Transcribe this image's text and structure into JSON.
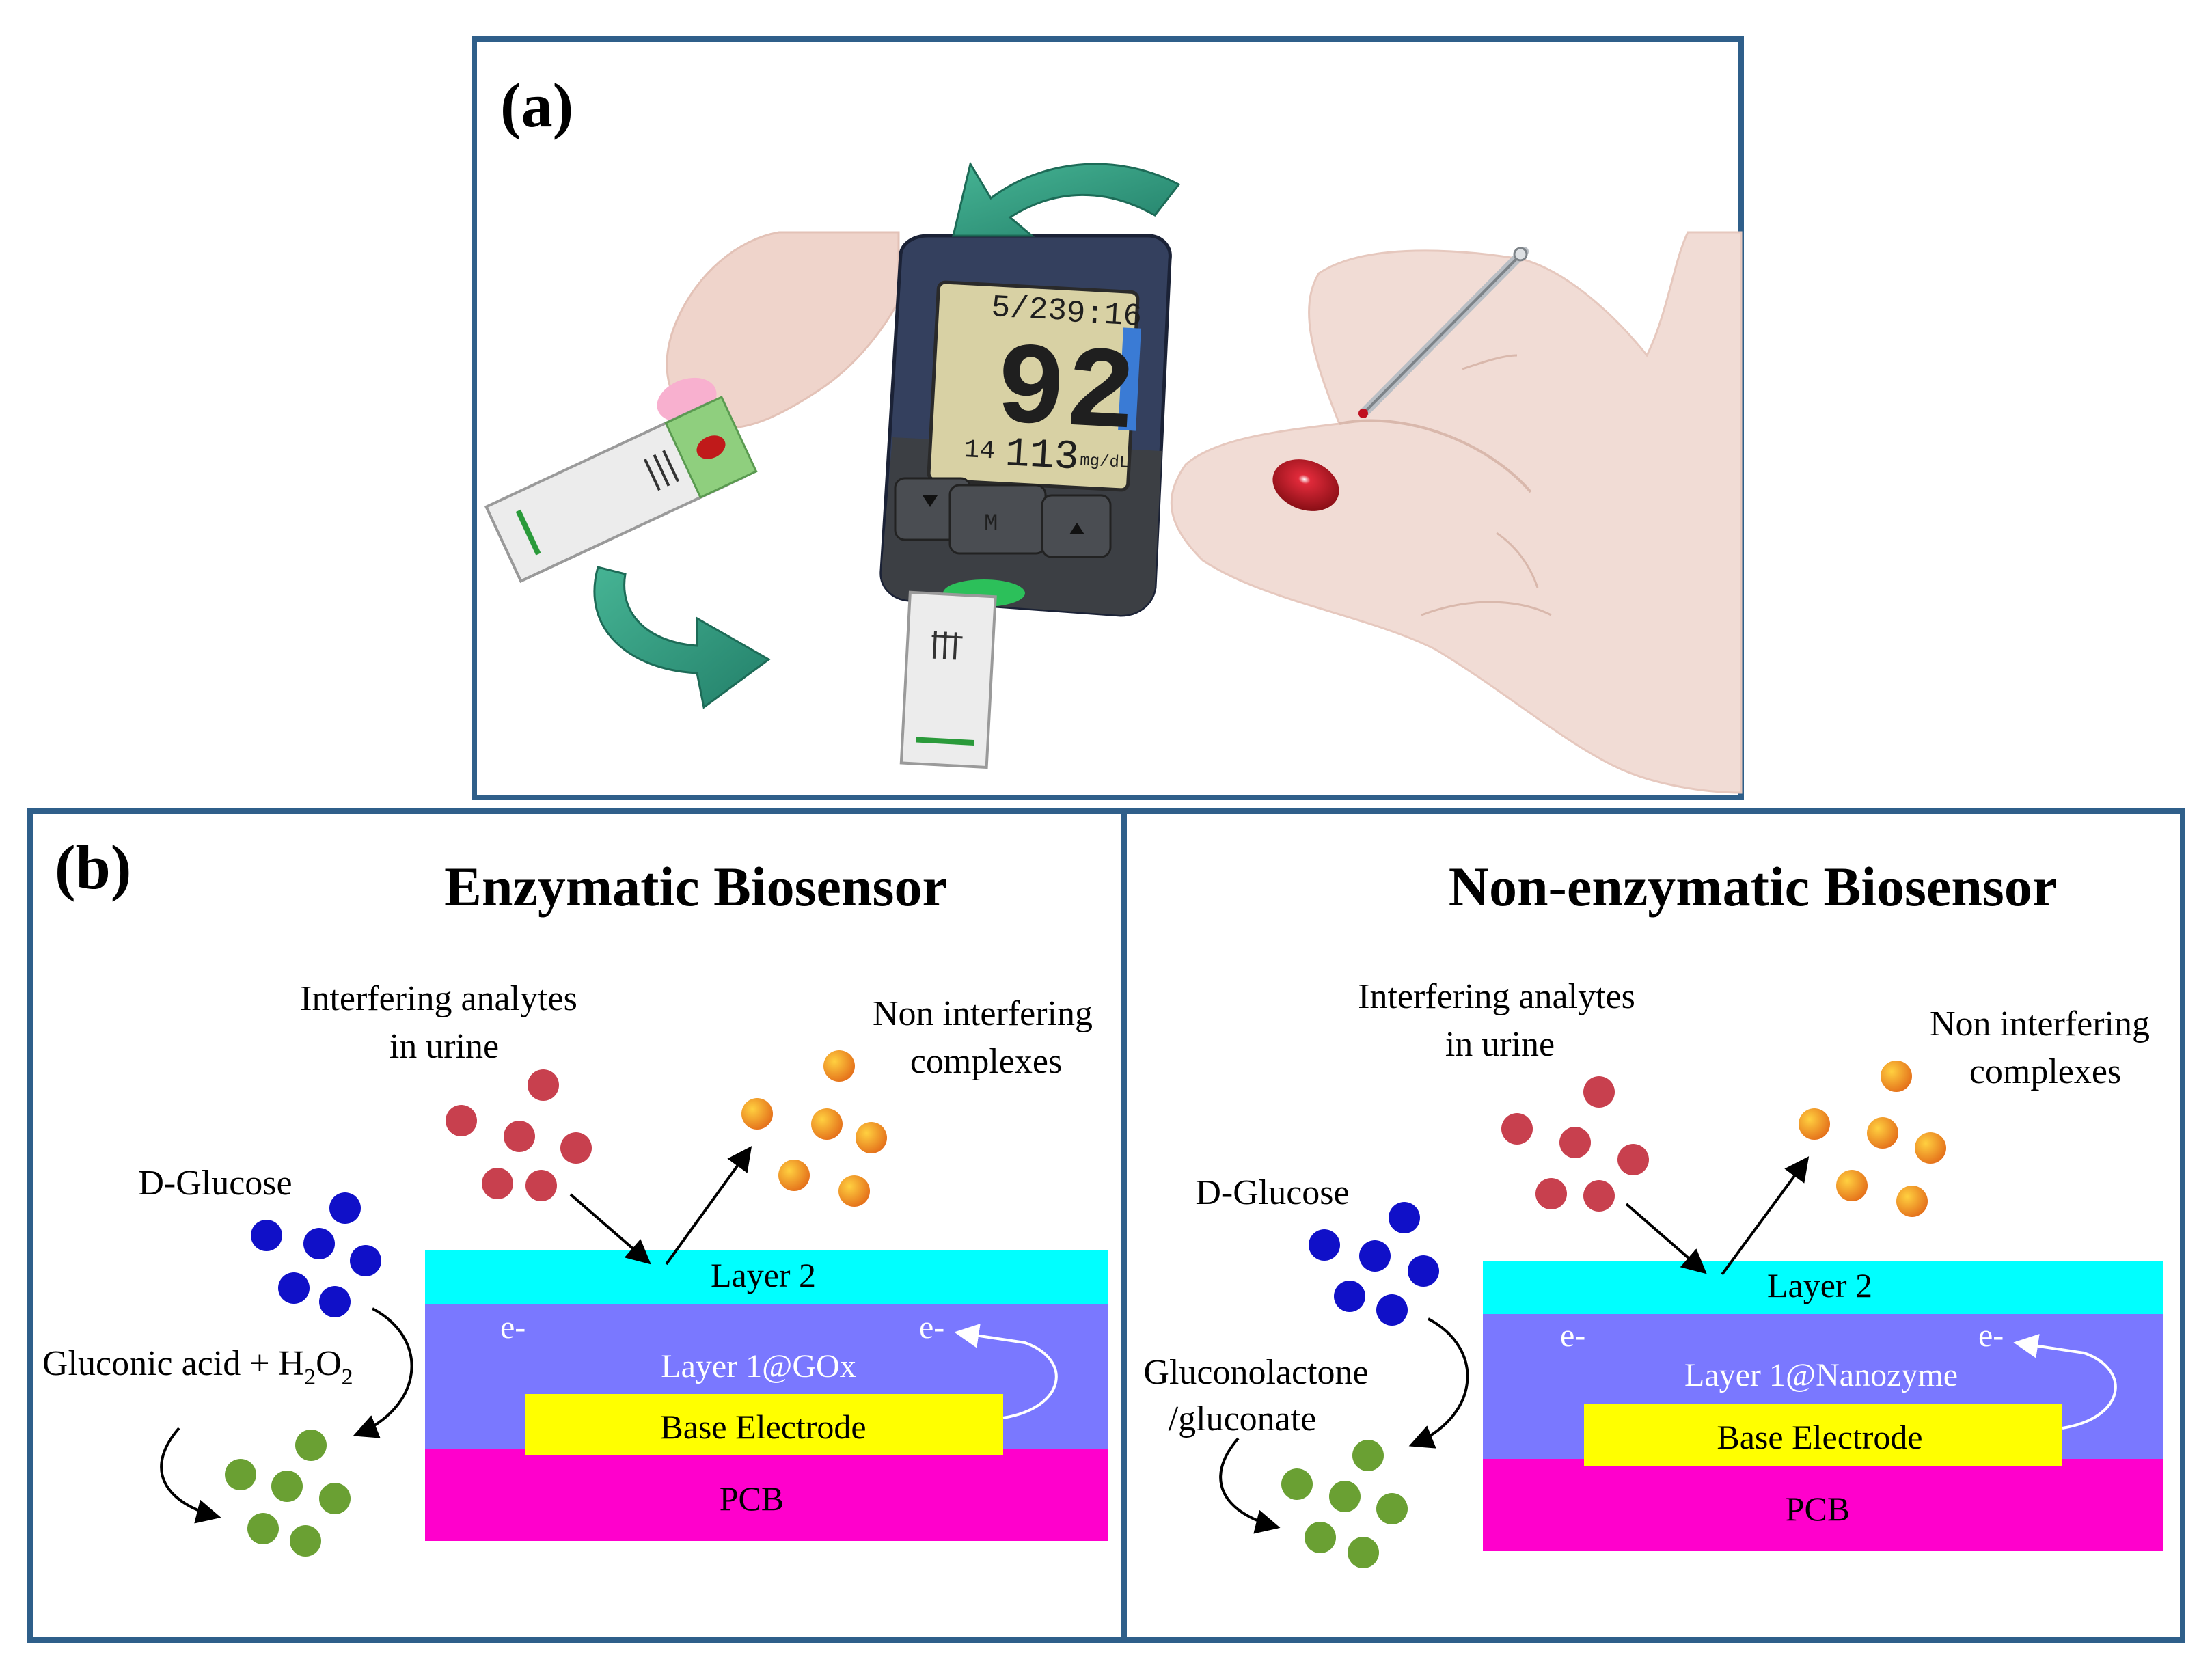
{
  "panel_a": {
    "label": "(a)",
    "meter": {
      "date": "5/23",
      "time": "9:16",
      "reading": "92",
      "avg_days": "14",
      "avg_value": "113",
      "unit": "mg/dL",
      "button_m": "M"
    }
  },
  "panel_b": {
    "label": "(b)",
    "enzymatic": {
      "title": "Enzymatic Biosensor",
      "interfering_line1": "Interfering analytes",
      "interfering_line2": "in urine",
      "noninterfering_line1": "Non interfering",
      "noninterfering_line2": "complexes",
      "glucose": "D-Glucose",
      "product": "Gluconic acid + H",
      "product_sub1": "2",
      "product_mid": "O",
      "product_sub2": "2",
      "layer2": "Layer 2",
      "layer1": "Layer 1@GOx",
      "electron1": "e-",
      "electron2": "e-",
      "base": "Base Electrode",
      "pcb": "PCB"
    },
    "nonenzymatic": {
      "title": "Non-enzymatic Biosensor",
      "interfering_line1": "Interfering analytes",
      "interfering_line2": "in urine",
      "noninterfering_line1": "Non interfering",
      "noninterfering_line2": "complexes",
      "glucose": "D-Glucose",
      "product_line1": "Gluconolactone",
      "product_line2": "/gluconate",
      "layer2": "Layer 2",
      "layer1": "Layer 1@Nanozyme",
      "electron1": "e-",
      "electron2": "e-",
      "base": "Base Electrode",
      "pcb": "PCB"
    }
  },
  "colors": {
    "frame": "#2f5f8a",
    "layer2": "#00ffff",
    "layer1": "#7a78ff",
    "base": "#ffff00",
    "pcb": "#ff00cc",
    "glucose": "#1010c8",
    "interfering": "#c8404e",
    "product": "#6aa033",
    "complex": "#ee8a10",
    "arrow_teal": "#2e9a7e",
    "skin": "#f0d8d0"
  }
}
